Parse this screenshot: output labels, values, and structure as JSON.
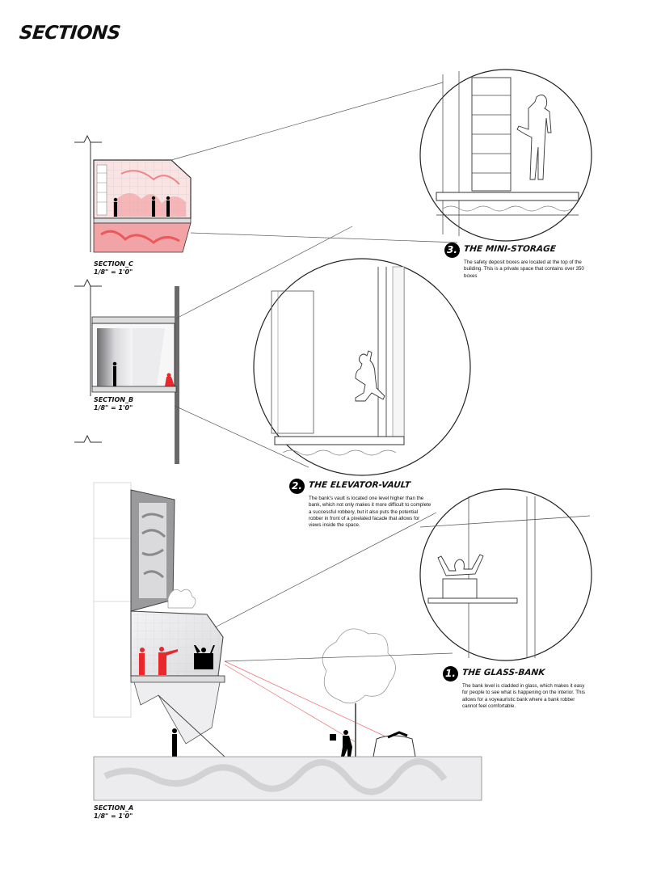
{
  "page_title": "SECTIONS",
  "sections": [
    {
      "name": "SECTION_C",
      "scale": "1/8\" = 1'0\""
    },
    {
      "name": "SECTION_B",
      "scale": "1/8\" = 1'0\""
    },
    {
      "name": "SECTION_A",
      "scale": "1/8\" = 1'0\""
    }
  ],
  "callouts": [
    {
      "number": "3.",
      "title": "THE MINI-STORAGE",
      "text": "The safety deposit boxes are located at the top of the building. This is a private space that contains over 350 boxes"
    },
    {
      "number": "2.",
      "title": "THE ELEVATOR-VAULT",
      "text": "The bank's vault is located one level higher than the bank, which not only makes it more difficult to complete a successful robbery, but it also puts the potential robber in front of a pixelated facade that allows for views inside the space."
    },
    {
      "number": "1.",
      "title": "THE GLASS-BANK",
      "text": "The bank level is cladded in glass, which makes it easy for people to see what is happening on the interior. This allows for a voyeauristic bank where a bank robber cannot feel comfortable."
    }
  ],
  "colors": {
    "accent_red": "#e8282b",
    "light_red": "#f2a3a5",
    "line": "#555555",
    "glass": "#e9e9ec"
  }
}
